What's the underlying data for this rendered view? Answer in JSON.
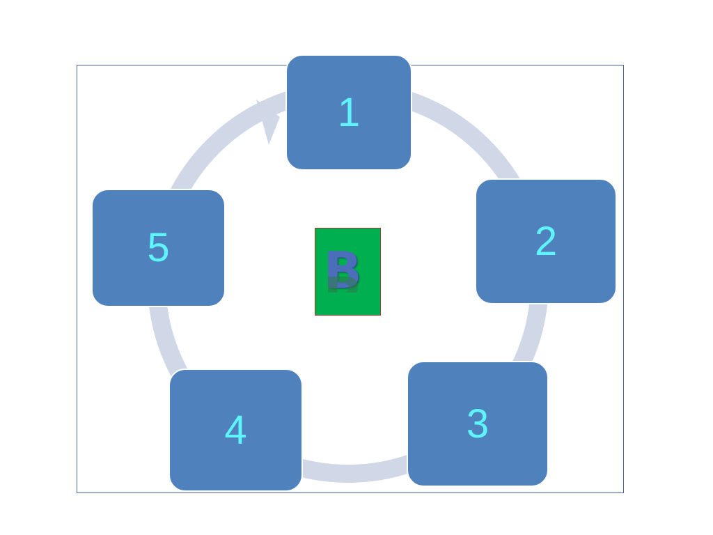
{
  "diagram": {
    "nodes": [
      {
        "label": "1"
      },
      {
        "label": "2"
      },
      {
        "label": "3"
      },
      {
        "label": "4"
      },
      {
        "label": "5"
      }
    ],
    "center_label": "B",
    "colors": {
      "node_fill": "#4f81bd",
      "node_text": "#5ff5ff",
      "ring": "#d0d8e8",
      "center_fill": "#00b050",
      "center_letter": "#4a6fb8",
      "frame": "#4a6294"
    }
  }
}
